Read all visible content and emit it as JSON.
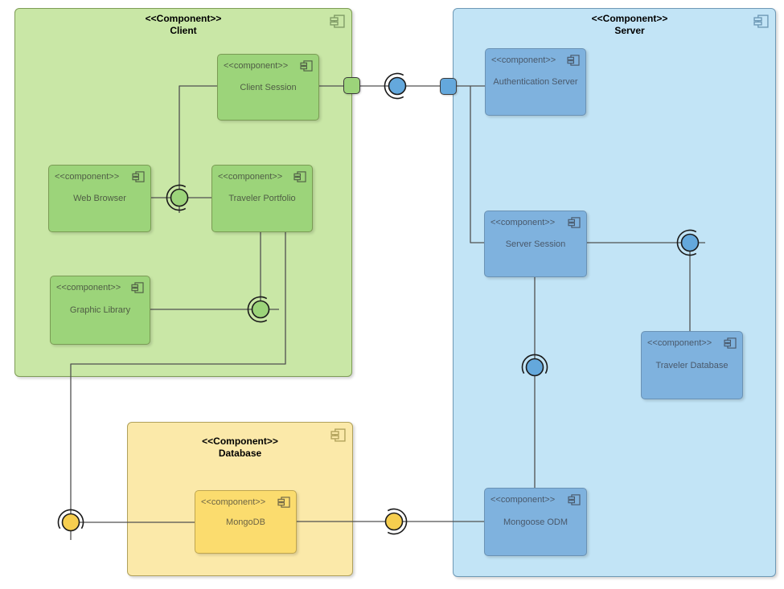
{
  "containers": {
    "client": {
      "stereotype": "<<Component>>",
      "name": "Client"
    },
    "server": {
      "stereotype": "<<Component>>",
      "name": "Server"
    },
    "database": {
      "stereotype": "<<Component>>",
      "name": "Database"
    }
  },
  "components": {
    "client_session": {
      "stereotype": "<<component>>",
      "name": "Client Session"
    },
    "web_browser": {
      "stereotype": "<<component>>",
      "name": "Web Browser"
    },
    "traveler_portfolio": {
      "stereotype": "<<component>>",
      "name": "Traveler Portfolio"
    },
    "graphic_library": {
      "stereotype": "<<component>>",
      "name": "Graphic Library"
    },
    "authentication_server": {
      "stereotype": "<<component>>",
      "name": "Authentication Server"
    },
    "server_session": {
      "stereotype": "<<component>>",
      "name": "Server Session"
    },
    "traveler_database": {
      "stereotype": "<<component>>",
      "name": "Traveler Database"
    },
    "mongoose_odm": {
      "stereotype": "<<component>>",
      "name": "Mongoose ODM"
    },
    "mongodb": {
      "stereotype": "<<component>>",
      "name": "MongoDB"
    }
  },
  "connections": [
    "Client Session - port on Client boundary - ball/socket - port on Server boundary",
    "Client Session - assembly connector - Web Browser",
    "Client Session - assembly connector - Traveler Portfolio",
    "Graphic Library - assembly connector - Traveler Portfolio",
    "Traveler Portfolio - ball/socket at Database boundary - MongoDB",
    "Server port - Authentication Server",
    "Server port - Server Session",
    "Server Session - assembly connector - Traveler Database",
    "Server Session - assembly connector - Mongoose ODM",
    "MongoDB - ball/socket - Mongoose ODM"
  ],
  "colors": {
    "client_container_fill": "#C9E7A6",
    "client_container_border": "#7E9D55",
    "client_component_fill": "#9CD47A",
    "server_container_fill": "#C2E4F6",
    "server_container_border": "#6E99B6",
    "server_component_fill": "#7FB2DE",
    "database_container_fill": "#FBE9A9",
    "database_container_border": "#B1A15B",
    "database_component_fill": "#FBDC6E",
    "ball_green": "#9CD47A",
    "ball_blue": "#64A8DC",
    "ball_yellow": "#F6CE4F",
    "wire": "#505050"
  }
}
